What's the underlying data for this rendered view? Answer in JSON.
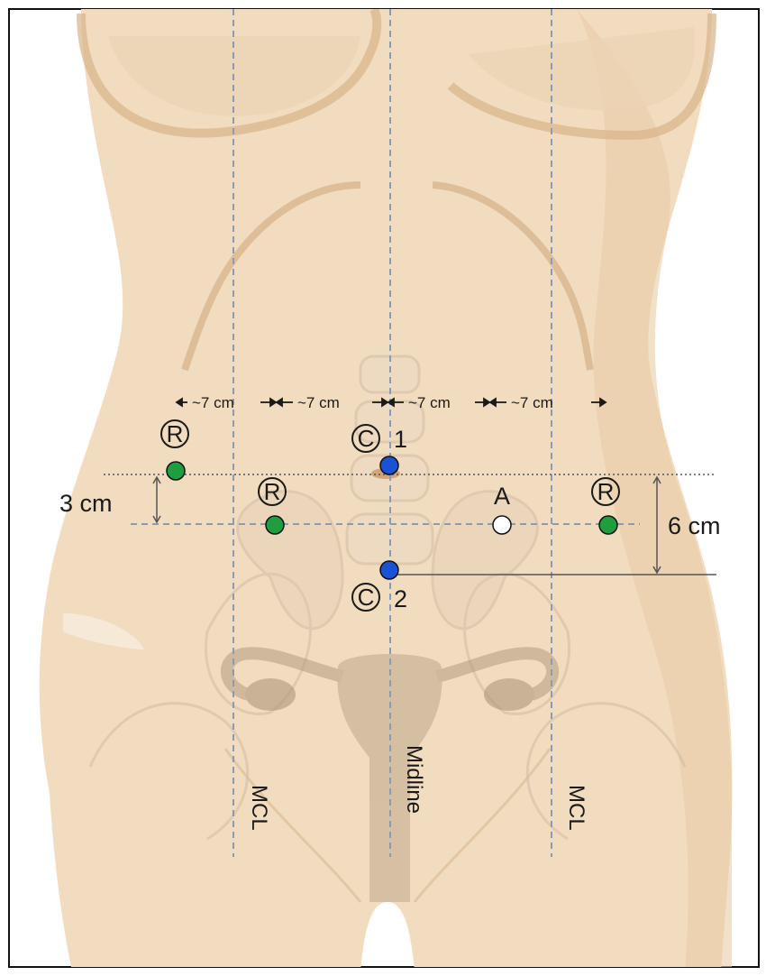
{
  "diagram": {
    "spacing_labels": [
      "~7 cm",
      "~7 cm",
      "~7 cm",
      "~7 cm"
    ],
    "vertical_offsets": {
      "left": "3 cm",
      "right": "6 cm"
    },
    "reference_lines": {
      "left_mcl": "MCL",
      "midline": "Midline",
      "right_mcl": "MCL"
    },
    "ports": [
      {
        "symbol": "R",
        "kind": "robotic",
        "color": "#1e9e3e"
      },
      {
        "symbol": "R",
        "kind": "robotic",
        "color": "#1e9e3e"
      },
      {
        "symbol": "C",
        "number": "1",
        "kind": "camera",
        "color": "#1a52d6"
      },
      {
        "symbol": "A",
        "kind": "assistant",
        "color": "#ffffff"
      },
      {
        "symbol": "R",
        "kind": "robotic",
        "color": "#1e9e3e"
      },
      {
        "symbol": "C",
        "number": "2",
        "kind": "camera",
        "color": "#1a52d6"
      }
    ],
    "colors": {
      "skin": "#f2dcc0",
      "skin_shadow": "#dcbe98",
      "guide_line": "#8a9bb4",
      "bone": "#e7d3b8"
    }
  }
}
